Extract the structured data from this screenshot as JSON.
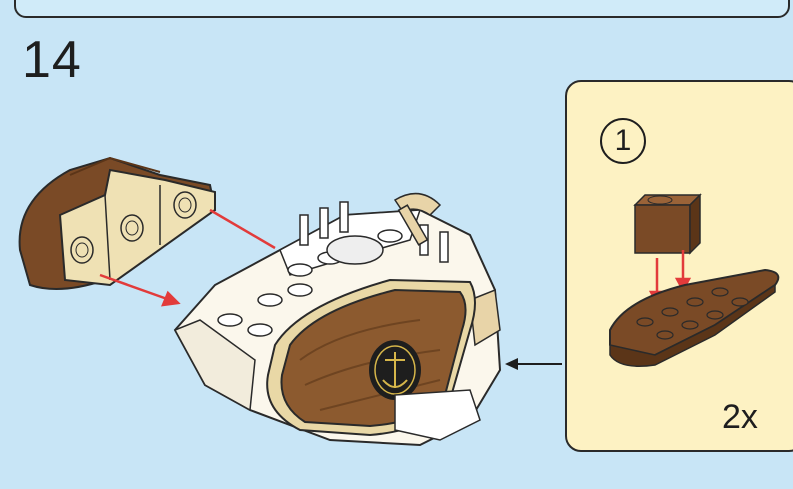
{
  "step": {
    "number": "14"
  },
  "substep": {
    "index": "1",
    "quantity": "2x"
  },
  "colors": {
    "background": "#c8e5f6",
    "panel": "#fdf2c3",
    "brick_brown": "#7a4a26",
    "brick_tan": "#efe1b4",
    "assembly_white": "#fbf7ec",
    "arrow_red": "#e23b3b"
  },
  "icons": [
    "step-arrow-icon",
    "placement-arrow-icon",
    "anchor-emblem-icon"
  ]
}
